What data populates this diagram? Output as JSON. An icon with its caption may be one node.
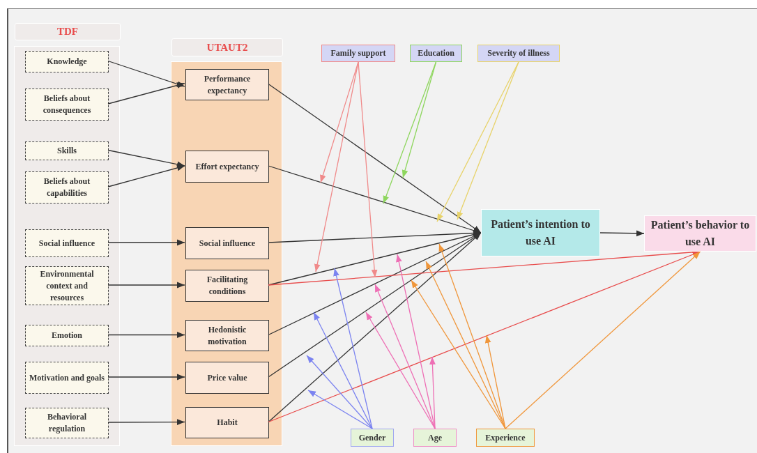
{
  "diagram": {
    "nodes": [
      {
        "text": [
          "TDF"
        ]
      },
      {
        "text": [
          "Knowledge"
        ],
        "in": 0
      },
      {
        "text": [
          "Beliefs about consequences"
        ],
        "in": 0
      },
      {
        "text": [
          "Skills"
        ],
        "in": 0
      },
      {
        "text": [
          "Beliefs about capabilities"
        ],
        "in": 0
      },
      {
        "text": [
          "Social influence"
        ],
        "in": 0
      },
      {
        "text": [
          "Environmental context and resources"
        ],
        "in": 0
      },
      {
        "text": [
          "Emotion"
        ],
        "in": 0
      },
      {
        "text": [
          "Motivation and goals"
        ],
        "in": 0
      },
      {
        "text": [
          "Behavioral regulation"
        ],
        "in": 0
      },
      {
        "text": [
          "UTAUT2"
        ]
      },
      {
        "text": [
          "Performance expectancy"
        ],
        "in": 10
      },
      {
        "text": [
          "Effort expectancy"
        ],
        "in": 10
      },
      {
        "text": [
          "Social influence"
        ],
        "in": 10
      },
      {
        "text": [
          "Facilitating conditions"
        ],
        "in": 10
      },
      {
        "text": [
          "Hedonistic motivation"
        ],
        "in": 10
      },
      {
        "text": [
          "Price value"
        ],
        "in": 10
      },
      {
        "text": [
          "Habit"
        ],
        "in": 10
      },
      {
        "text": [
          "Patient’s intention to use AI"
        ]
      },
      {
        "text": [
          "Patient’s behavior to use AI"
        ]
      },
      {
        "text": [
          "Family support"
        ]
      },
      {
        "text": [
          "Education"
        ]
      },
      {
        "text": [
          "Severity of illness"
        ]
      },
      {
        "text": [
          "Gender"
        ]
      },
      {
        "text": [
          "Age"
        ]
      },
      {
        "text": [
          "Experience"
        ]
      }
    ],
    "edges": [
      {
        "from": 1,
        "to": 11,
        "arrow": "to"
      },
      {
        "from": 2,
        "to": 11,
        "arrow": "to"
      },
      {
        "from": 3,
        "to": 12,
        "arrow": "to"
      },
      {
        "from": 4,
        "to": 12,
        "arrow": "to"
      },
      {
        "from": 5,
        "to": 13,
        "arrow": "to"
      },
      {
        "from": 6,
        "to": 14,
        "arrow": "to"
      },
      {
        "from": 7,
        "to": 15,
        "arrow": "to"
      },
      {
        "from": 8,
        "to": 16,
        "arrow": "to"
      },
      {
        "from": 9,
        "to": 17,
        "arrow": "to"
      },
      {
        "from": 11,
        "to": 18,
        "arrow": "to"
      },
      {
        "from": 12,
        "to": 18,
        "arrow": "to"
      },
      {
        "from": 13,
        "to": 18,
        "arrow": "to"
      },
      {
        "from": 14,
        "to": 18,
        "arrow": "to"
      },
      {
        "from": 15,
        "to": 18,
        "arrow": "to"
      },
      {
        "from": 16,
        "to": 18,
        "arrow": "to"
      },
      {
        "from": 17,
        "to": 18,
        "arrow": "to"
      },
      {
        "from": 18,
        "to": 19,
        "arrow": "to"
      },
      {
        "from": 14,
        "to": 19,
        "arrow": "to",
        "color": "#e84c4c"
      },
      {
        "from": 17,
        "to": 19,
        "arrow": "to",
        "color": "#e84c4c"
      },
      {
        "from": 20,
        "to": null,
        "arrow": "to",
        "color": "#f08a8a"
      },
      {
        "from": 20,
        "to": null,
        "arrow": "to",
        "color": "#f08a8a"
      },
      {
        "from": 20,
        "to": null,
        "arrow": "to",
        "color": "#f08a8a"
      },
      {
        "from": 21,
        "to": null,
        "arrow": "to",
        "color": "#8ed65e"
      },
      {
        "from": 21,
        "to": null,
        "arrow": "to",
        "color": "#8ed65e"
      },
      {
        "from": 22,
        "to": null,
        "arrow": "to",
        "color": "#e8d36a"
      },
      {
        "from": 22,
        "to": null,
        "arrow": "to",
        "color": "#e8d36a"
      },
      {
        "from": 23,
        "to": null,
        "arrow": "to",
        "color": "#7b83f0"
      },
      {
        "from": 23,
        "to": null,
        "arrow": "to",
        "color": "#7b83f0"
      },
      {
        "from": 23,
        "to": null,
        "arrow": "to",
        "color": "#7b83f0"
      },
      {
        "from": 23,
        "to": null,
        "arrow": "to",
        "color": "#7b83f0"
      },
      {
        "from": 24,
        "to": null,
        "arrow": "to",
        "color": "#ee6fb5"
      },
      {
        "from": 24,
        "to": null,
        "arrow": "to",
        "color": "#ee6fb5"
      },
      {
        "from": 24,
        "to": null,
        "arrow": "to",
        "color": "#ee6fb5"
      },
      {
        "from": 24,
        "to": null,
        "arrow": "to",
        "color": "#ee6fb5"
      },
      {
        "from": 25,
        "to": null,
        "arrow": "to",
        "color": "#f0963a"
      },
      {
        "from": 25,
        "to": null,
        "arrow": "to",
        "color": "#f0963a"
      },
      {
        "from": 25,
        "to": null,
        "arrow": "to",
        "color": "#f0963a"
      },
      {
        "from": 25,
        "to": null,
        "arrow": "to",
        "color": "#f0963a"
      },
      {
        "from": 25,
        "to": 19,
        "arrow": "to",
        "color": "#f0963a"
      }
    ]
  }
}
